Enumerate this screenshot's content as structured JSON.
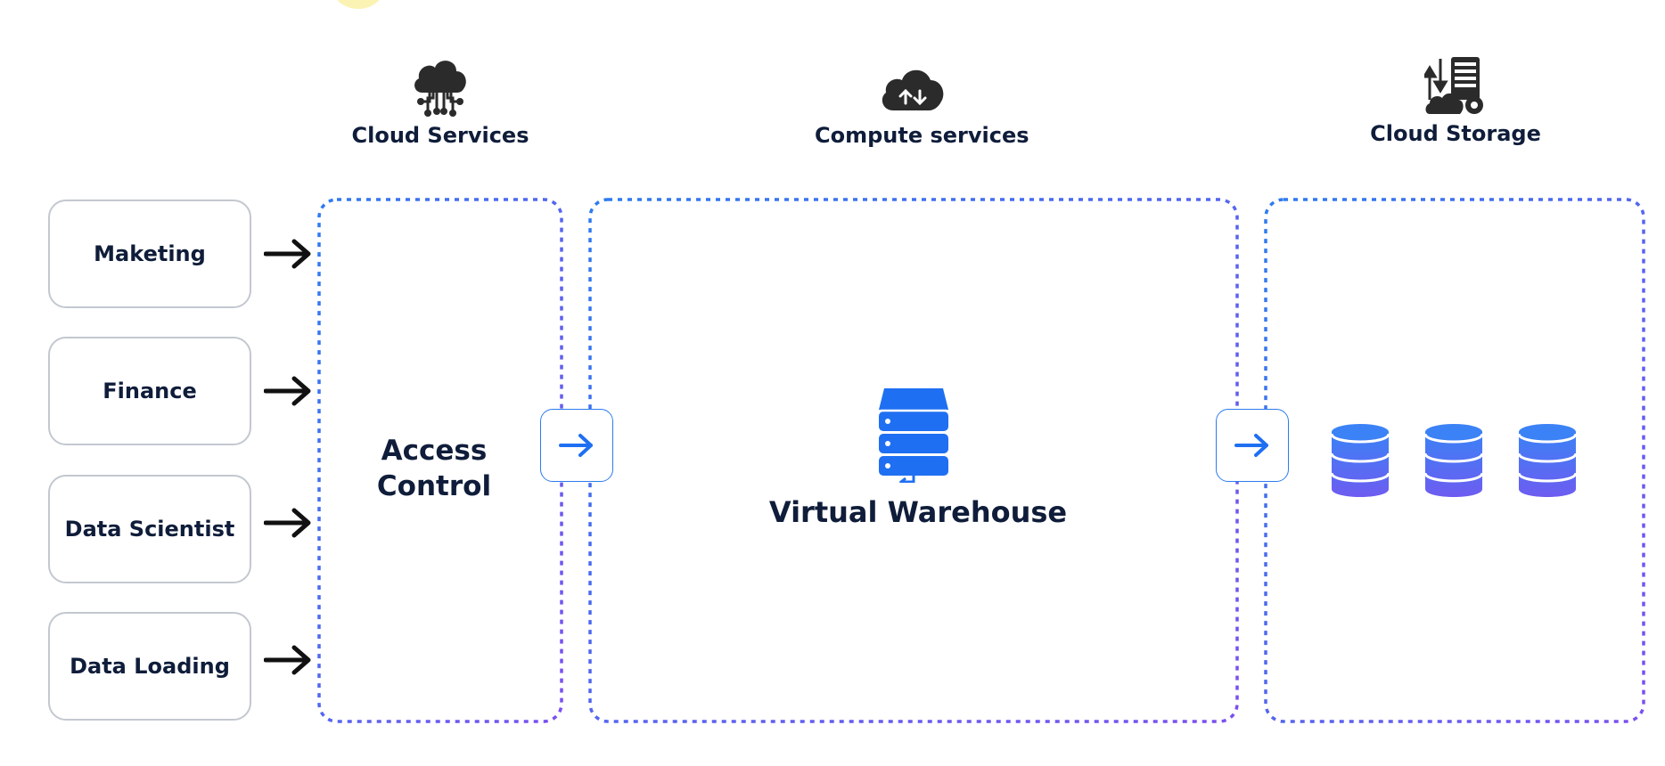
{
  "columns": {
    "cloud_services": "Cloud Services",
    "compute_services": "Compute services",
    "cloud_storage": "Cloud Storage"
  },
  "sources": [
    "Maketing",
    "Finance",
    "Data Scientist",
    "Data Loading"
  ],
  "panels": {
    "access_control_line1": "Access",
    "access_control_line2": "Control",
    "virtual_warehouse": "Virtual Warehouse"
  },
  "icons": {
    "cloud_services": "cloud-network-icon",
    "compute_services": "cloud-upload-download-icon",
    "cloud_storage": "server-transfer-icon",
    "warehouse": "server-stack-icon",
    "database": "database-icon",
    "connector": "arrow-right-icon"
  },
  "colors": {
    "dashed_border_start": "#2d7bf0",
    "dashed_border_end": "#7b4ff0",
    "primary_blue": "#1f6ff2",
    "database_top": "#3b82f6",
    "database_bottom": "#6d5cf0",
    "text": "#0f1d3a",
    "source_border": "#c3c8d0"
  }
}
